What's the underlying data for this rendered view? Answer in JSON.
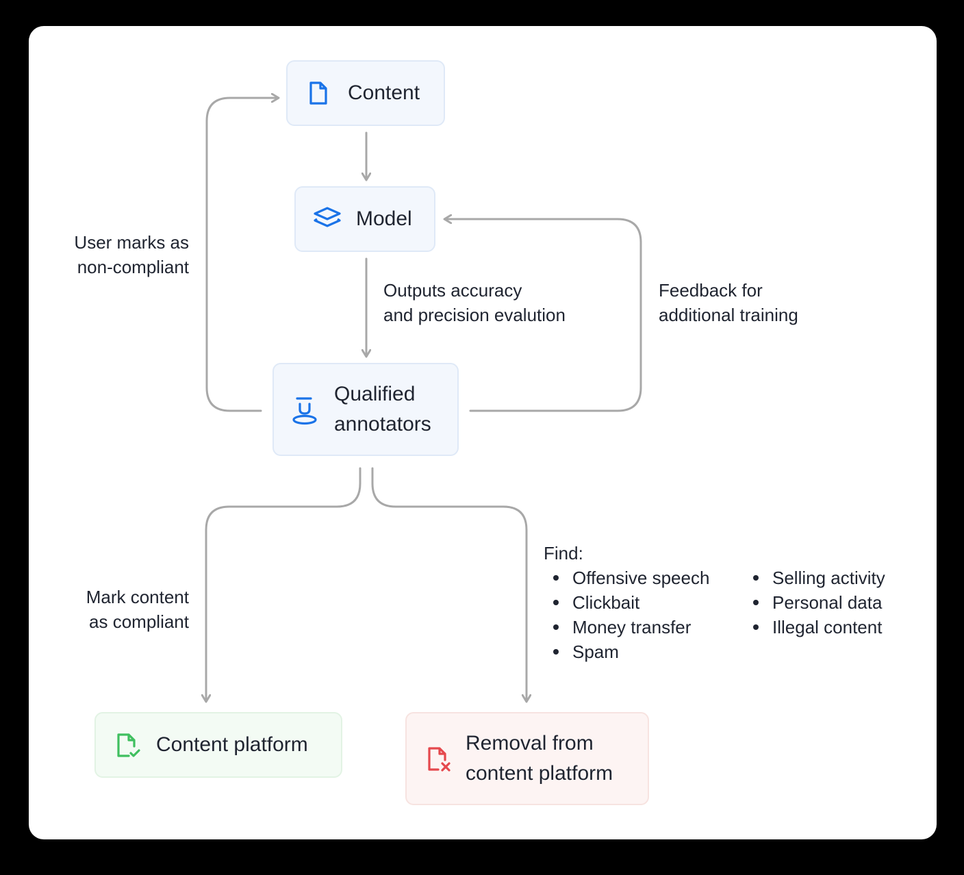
{
  "nodes": {
    "content": {
      "label": "Content",
      "icon": "document-icon",
      "color": "#1a73e8"
    },
    "model": {
      "label": "Model",
      "icon": "layers-icon",
      "color": "#1a73e8"
    },
    "annotators": {
      "label": "Qualified\nannotators",
      "icon": "annotator-icon",
      "color": "#1a73e8"
    },
    "platform": {
      "label": "Content platform",
      "icon": "document-check-icon",
      "color": "#3fbf5f"
    },
    "removal": {
      "label": "Removal from\ncontent platform",
      "icon": "document-x-icon",
      "color": "#e5484d"
    }
  },
  "edge_labels": {
    "non_compliant": "User marks as\nnon-compliant",
    "outputs": "Outputs accuracy\nand precision evalution",
    "feedback": "Feedback for\nadditional training",
    "compliant": "Mark content\nas compliant"
  },
  "find": {
    "heading": "Find:",
    "col1": [
      "Offensive speech",
      "Clickbait",
      "Money transfer",
      "Spam"
    ],
    "col2": [
      "Selling activity",
      "Personal data",
      "Illegal content"
    ]
  },
  "colors": {
    "edge": "#a8a8a8",
    "accent_blue": "#1a73e8",
    "accent_green": "#3fbf5f",
    "accent_red": "#e5484d"
  }
}
